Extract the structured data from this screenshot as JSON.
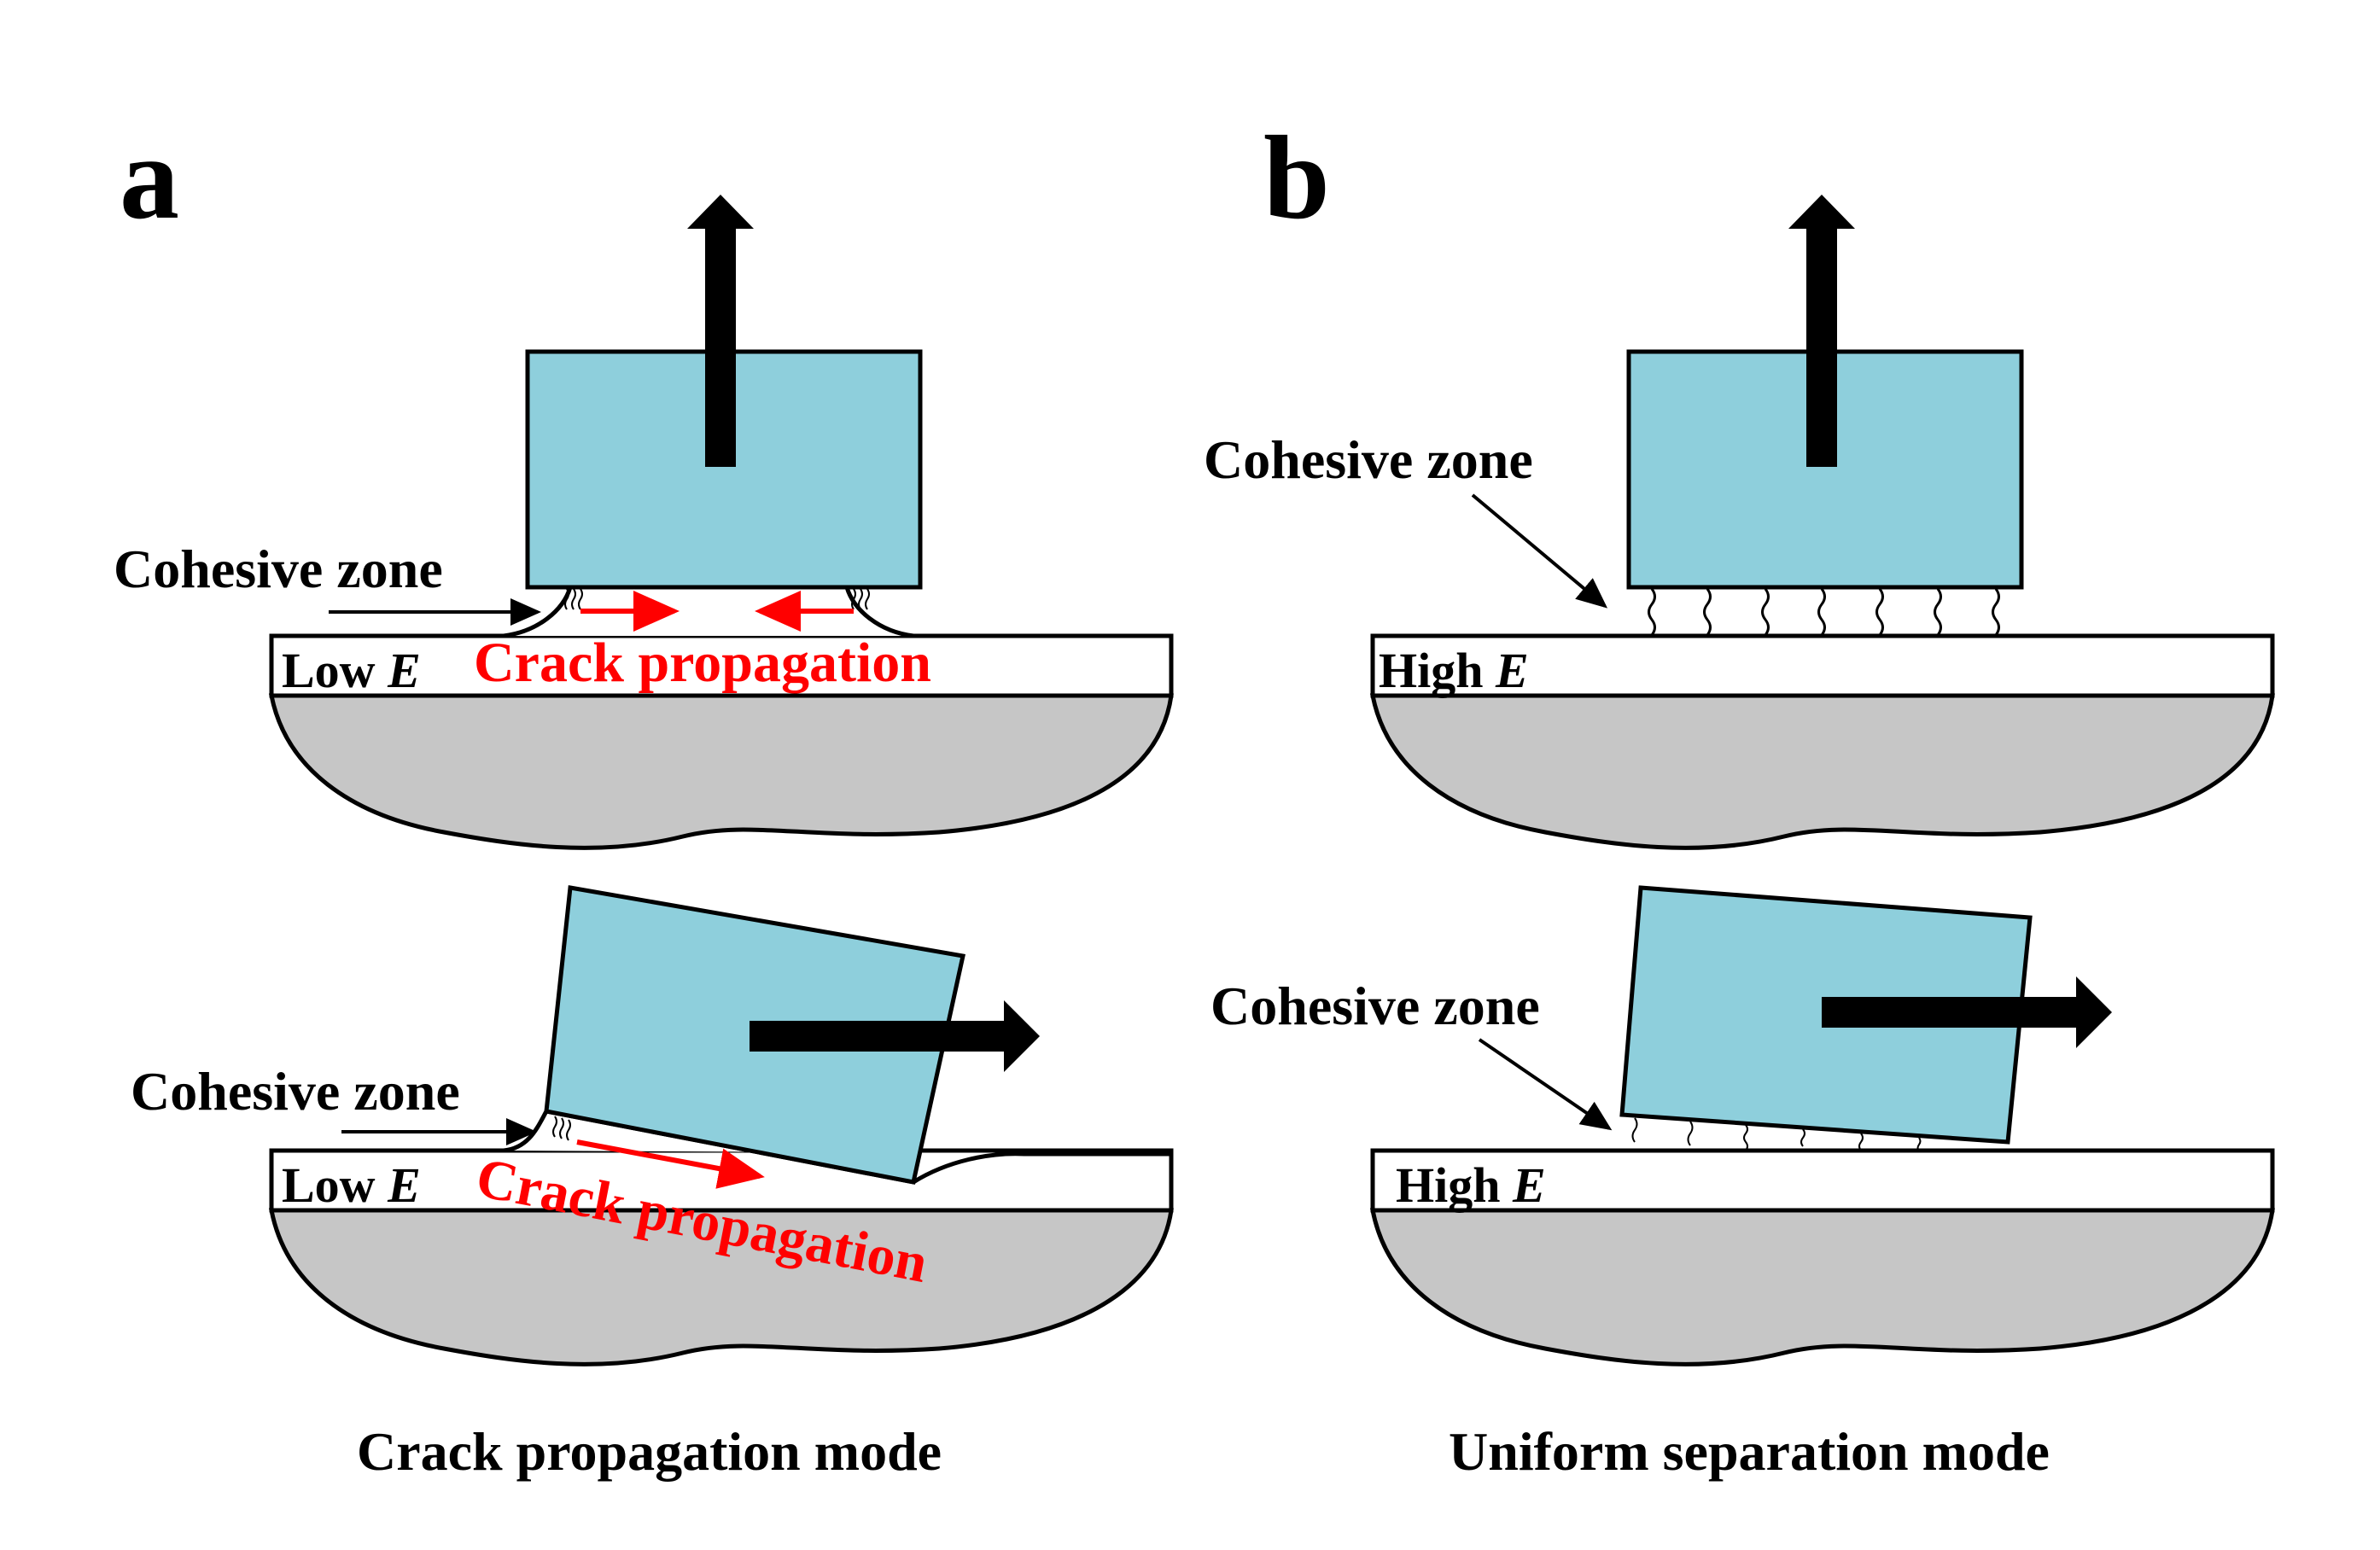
{
  "panels": {
    "a": {
      "letter": "a",
      "caption": "Crack propagation mode",
      "top": {
        "cohesive_label": "Cohesive zone",
        "layer_label": "Low ",
        "layer_var": "E",
        "crack_label": "Crack propagation"
      },
      "bottom": {
        "cohesive_label": "Cohesive zone",
        "layer_label": "Low ",
        "layer_var": "E",
        "crack_label": "Crack propagation"
      }
    },
    "b": {
      "letter": "b",
      "caption": "Uniform separation mode",
      "top": {
        "cohesive_label": "Cohesive zone",
        "layer_label": "High ",
        "layer_var": "E"
      },
      "bottom": {
        "cohesive_label": "Cohesive zone",
        "layer_label": "High ",
        "layer_var": "E"
      }
    }
  },
  "colors": {
    "block_fill": "#8ecfdc",
    "substrate_fill": "#c6c6c6",
    "crack_red": "#ff0000",
    "outline": "#000000"
  }
}
